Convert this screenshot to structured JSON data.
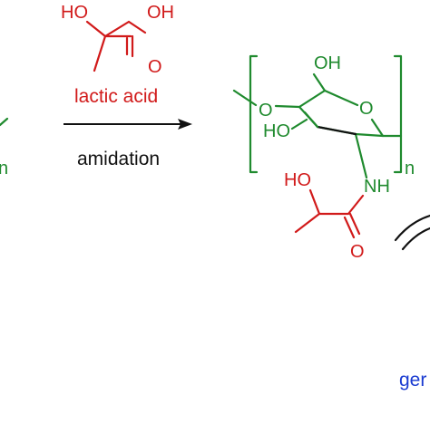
{
  "colors": {
    "reagent": "#d11a1a",
    "polymer": "#1f8a2e",
    "bond_dark": "#111111",
    "link_blue": "#1a3bd1"
  },
  "left_fragment": {
    "repeat_n": "n"
  },
  "reagent": {
    "atoms": {
      "ho": "HO",
      "oh": "OH",
      "carbonyl_o": "O"
    }
  },
  "arrow": {
    "above_label": "lactic acid",
    "below_label": "amidation"
  },
  "product": {
    "atoms": {
      "oh_top": "OH",
      "ring_o": "O",
      "link_o": "O",
      "ho_ring": "HO",
      "nh": "NH",
      "side_ho": "HO",
      "side_o": "O"
    },
    "repeat_n": "n"
  },
  "right_fragment": {
    "text": "ger"
  }
}
